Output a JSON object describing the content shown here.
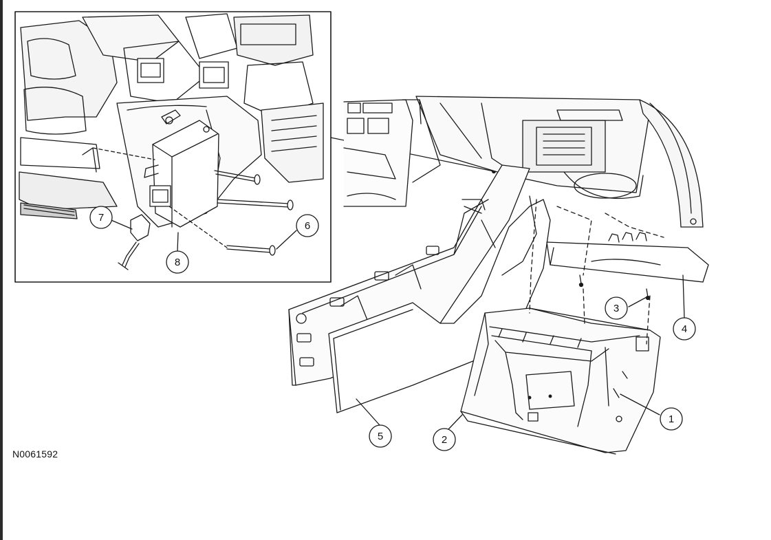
{
  "figure_id": "N0061592",
  "callouts": [
    "1",
    "2",
    "3",
    "4",
    "5",
    "6",
    "7",
    "8"
  ],
  "colors": {
    "line": "#1a1a1a",
    "background": "#ffffff",
    "shade": "#d9d9d9"
  }
}
